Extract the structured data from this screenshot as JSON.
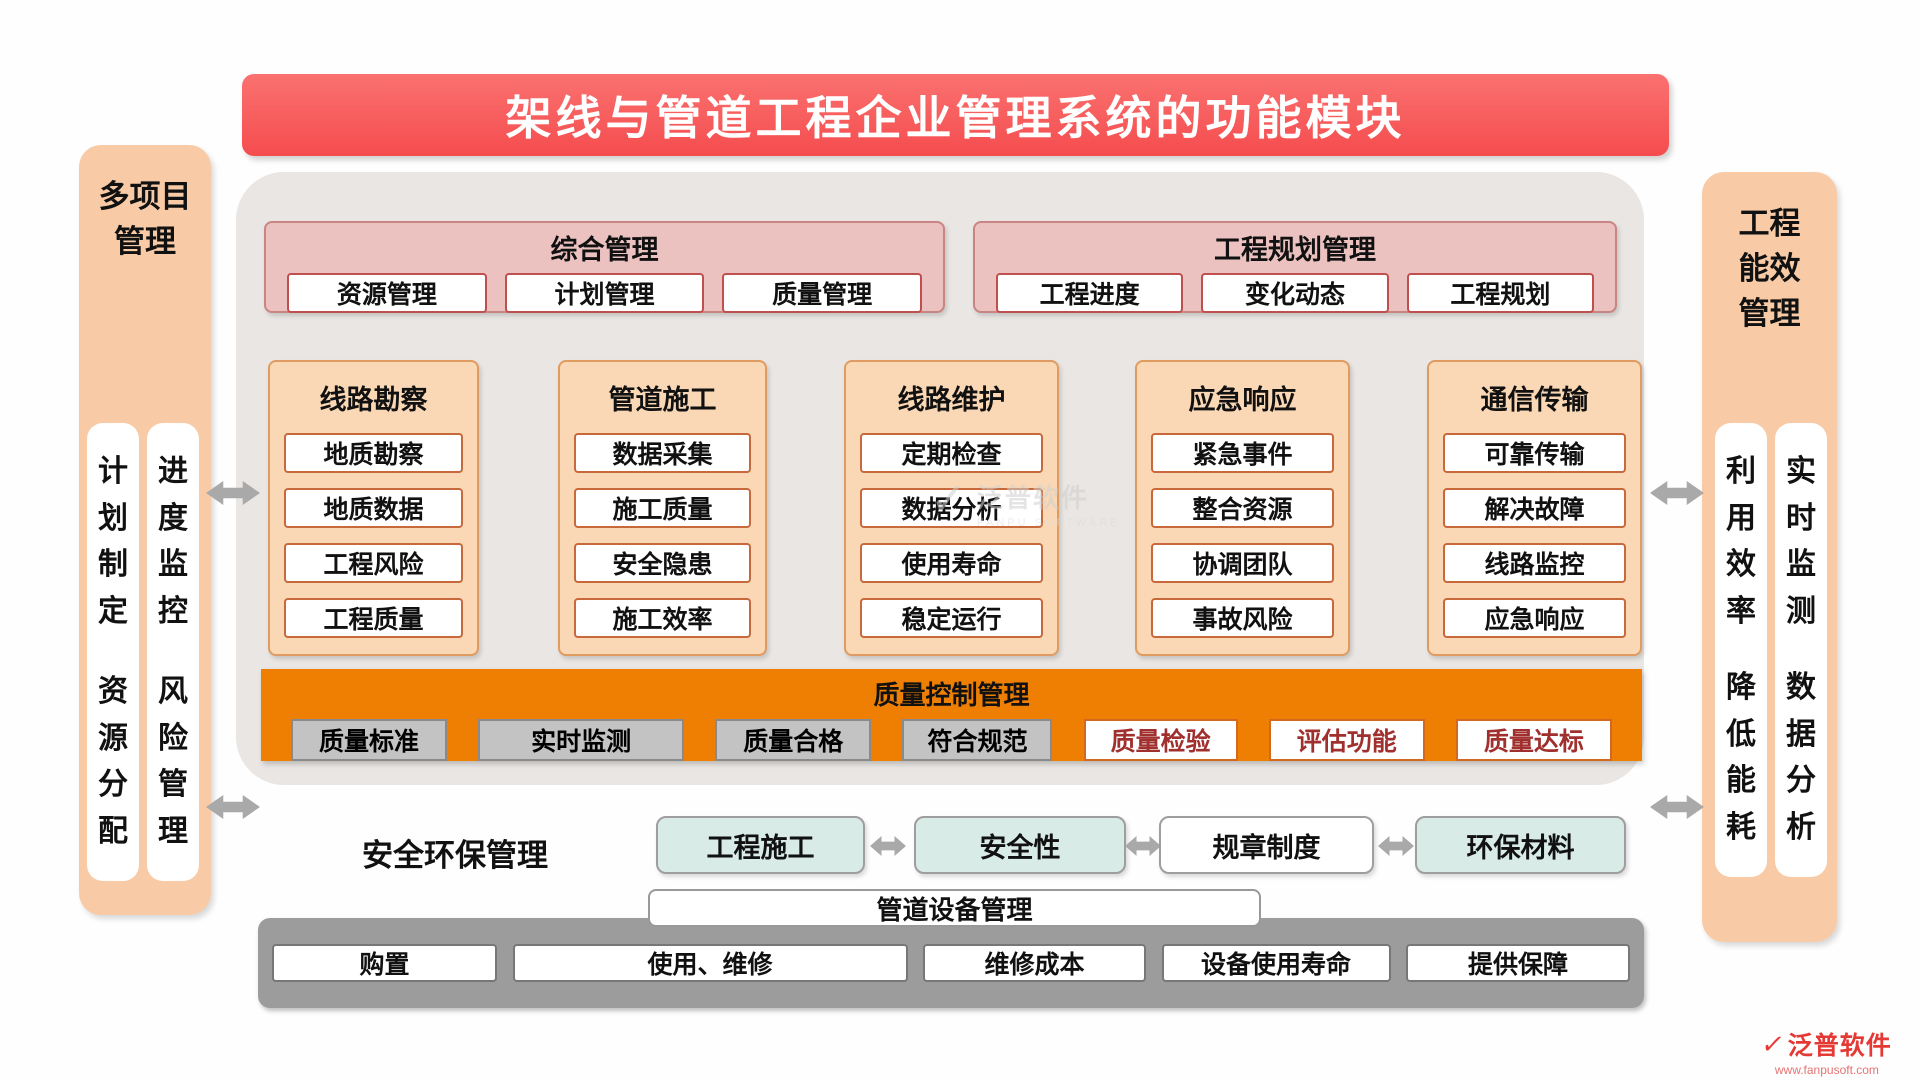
{
  "title": "架线与管道工程企业管理系统的功能模块",
  "left_panel": {
    "title": "多项目管理",
    "pills": [
      [
        "计划制定",
        "资源分配"
      ],
      [
        "进度监控",
        "风险管理"
      ]
    ]
  },
  "right_panel": {
    "title": "工程能效管理",
    "pills": [
      [
        "利用效率",
        "降低能耗"
      ],
      [
        "实时监测",
        "数据分析"
      ]
    ]
  },
  "top_groups": [
    {
      "title": "综合管理",
      "items": [
        "资源管理",
        "计划管理",
        "质量管理"
      ]
    },
    {
      "title": "工程规划管理",
      "items": [
        "工程进度",
        "变化动态",
        "工程规划"
      ]
    }
  ],
  "modules": [
    {
      "title": "线路勘察",
      "items": [
        "地质勘察",
        "地质数据",
        "工程风险",
        "工程质量"
      ]
    },
    {
      "title": "管道施工",
      "items": [
        "数据采集",
        "施工质量",
        "安全隐患",
        "施工效率"
      ]
    },
    {
      "title": "线路维护",
      "items": [
        "定期检查",
        "数据分析",
        "使用寿命",
        "稳定运行"
      ]
    },
    {
      "title": "应急响应",
      "items": [
        "紧急事件",
        "整合资源",
        "协调团队",
        "事故风险"
      ]
    },
    {
      "title": "通信传输",
      "items": [
        "可靠传输",
        "解决故障",
        "线路监控",
        "应急响应"
      ]
    }
  ],
  "quality_bar": {
    "title": "质量控制管理",
    "gray_items": [
      "质量标准",
      "实时监测",
      "质量合格",
      "符合规范"
    ],
    "white_items": [
      "质量检验",
      "评估功能",
      "质量达标"
    ]
  },
  "safety": {
    "label": "安全环保管理",
    "items": [
      "工程施工",
      "安全性",
      "规章制度",
      "环保材料"
    ]
  },
  "equipment": {
    "header": "管道设备管理",
    "items": [
      "购置",
      "使用、维修",
      "维修成本",
      "设备使用寿命",
      "提供保障"
    ]
  },
  "watermark": {
    "text": "泛普软件",
    "subtext": "FANPU SOFTWARE"
  },
  "brand": {
    "name": "泛普软件",
    "url": "www.fanpusoft.com"
  },
  "icons": {
    "double_arrow_icon": "css-double-arrow",
    "brand_logo_icon": "✓",
    "watermark_logo_icon": "✓"
  },
  "colors": {
    "banner_red": "#f75d5c",
    "panel_peach": "#f8cba6",
    "main_gray": "#e9e6e3",
    "group_pink": "#ecc2c0",
    "module_peach": "#fbd8b5",
    "quality_orange": "#ee7f02",
    "item_border_red": "#c0504d",
    "equipment_gray": "#9c9c9c",
    "safety_cyan": "#d8ebe7",
    "brand_red": "#e53935"
  }
}
